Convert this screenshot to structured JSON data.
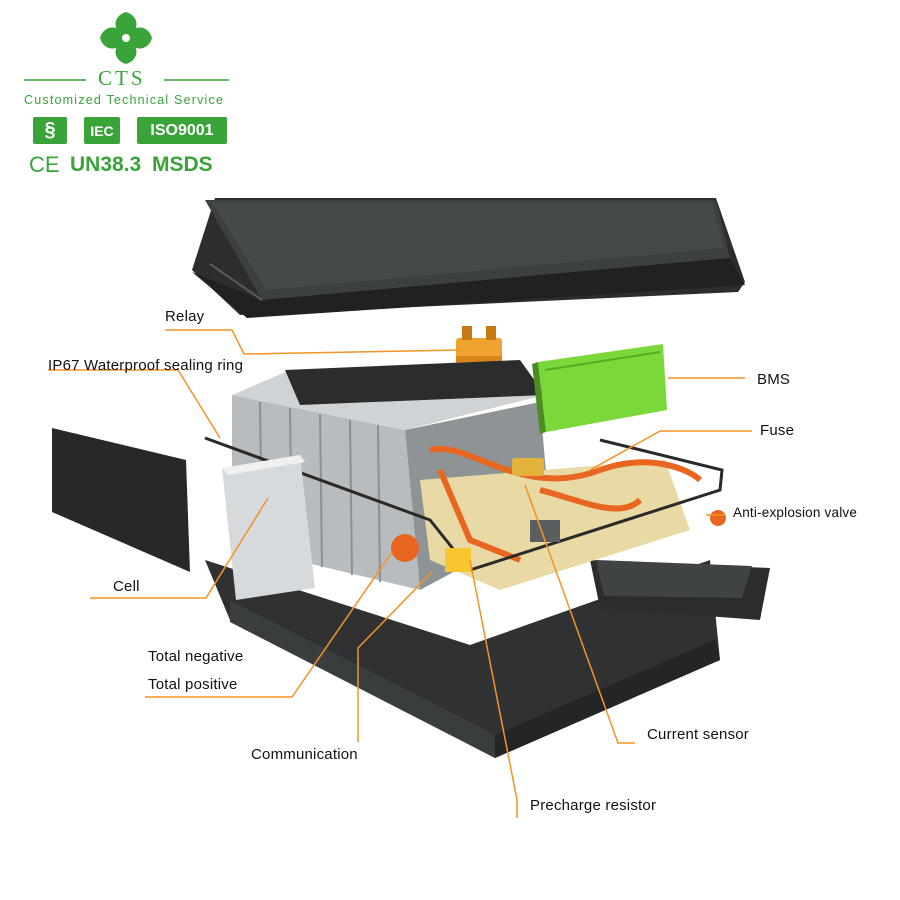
{
  "brand": {
    "name": "CTS",
    "tagline": "Customized Technical Service",
    "accent_color": "#3aa33a"
  },
  "certifications": {
    "iec": "IEC",
    "iso": "ISO9001",
    "ce": "CE",
    "un": "UN38.3",
    "msds": "MSDS"
  },
  "callouts": {
    "relay": "Relay",
    "sealing_ring": "IP67 Waterproof sealing ring",
    "bms": "BMS",
    "fuse": "Fuse",
    "anti_explosion": "Anti-explosion valve",
    "cell": "Cell",
    "total_negative": "Total negative",
    "total_positive": "Total positive",
    "communication": "Communication",
    "current_sensor": "Current sensor",
    "precharge_resistor": "Precharge resistor"
  },
  "colors": {
    "leader_line": "#f39325",
    "housing": "#2f3132",
    "bms_board": "#7bd83b",
    "wiring": "#e8661f"
  }
}
